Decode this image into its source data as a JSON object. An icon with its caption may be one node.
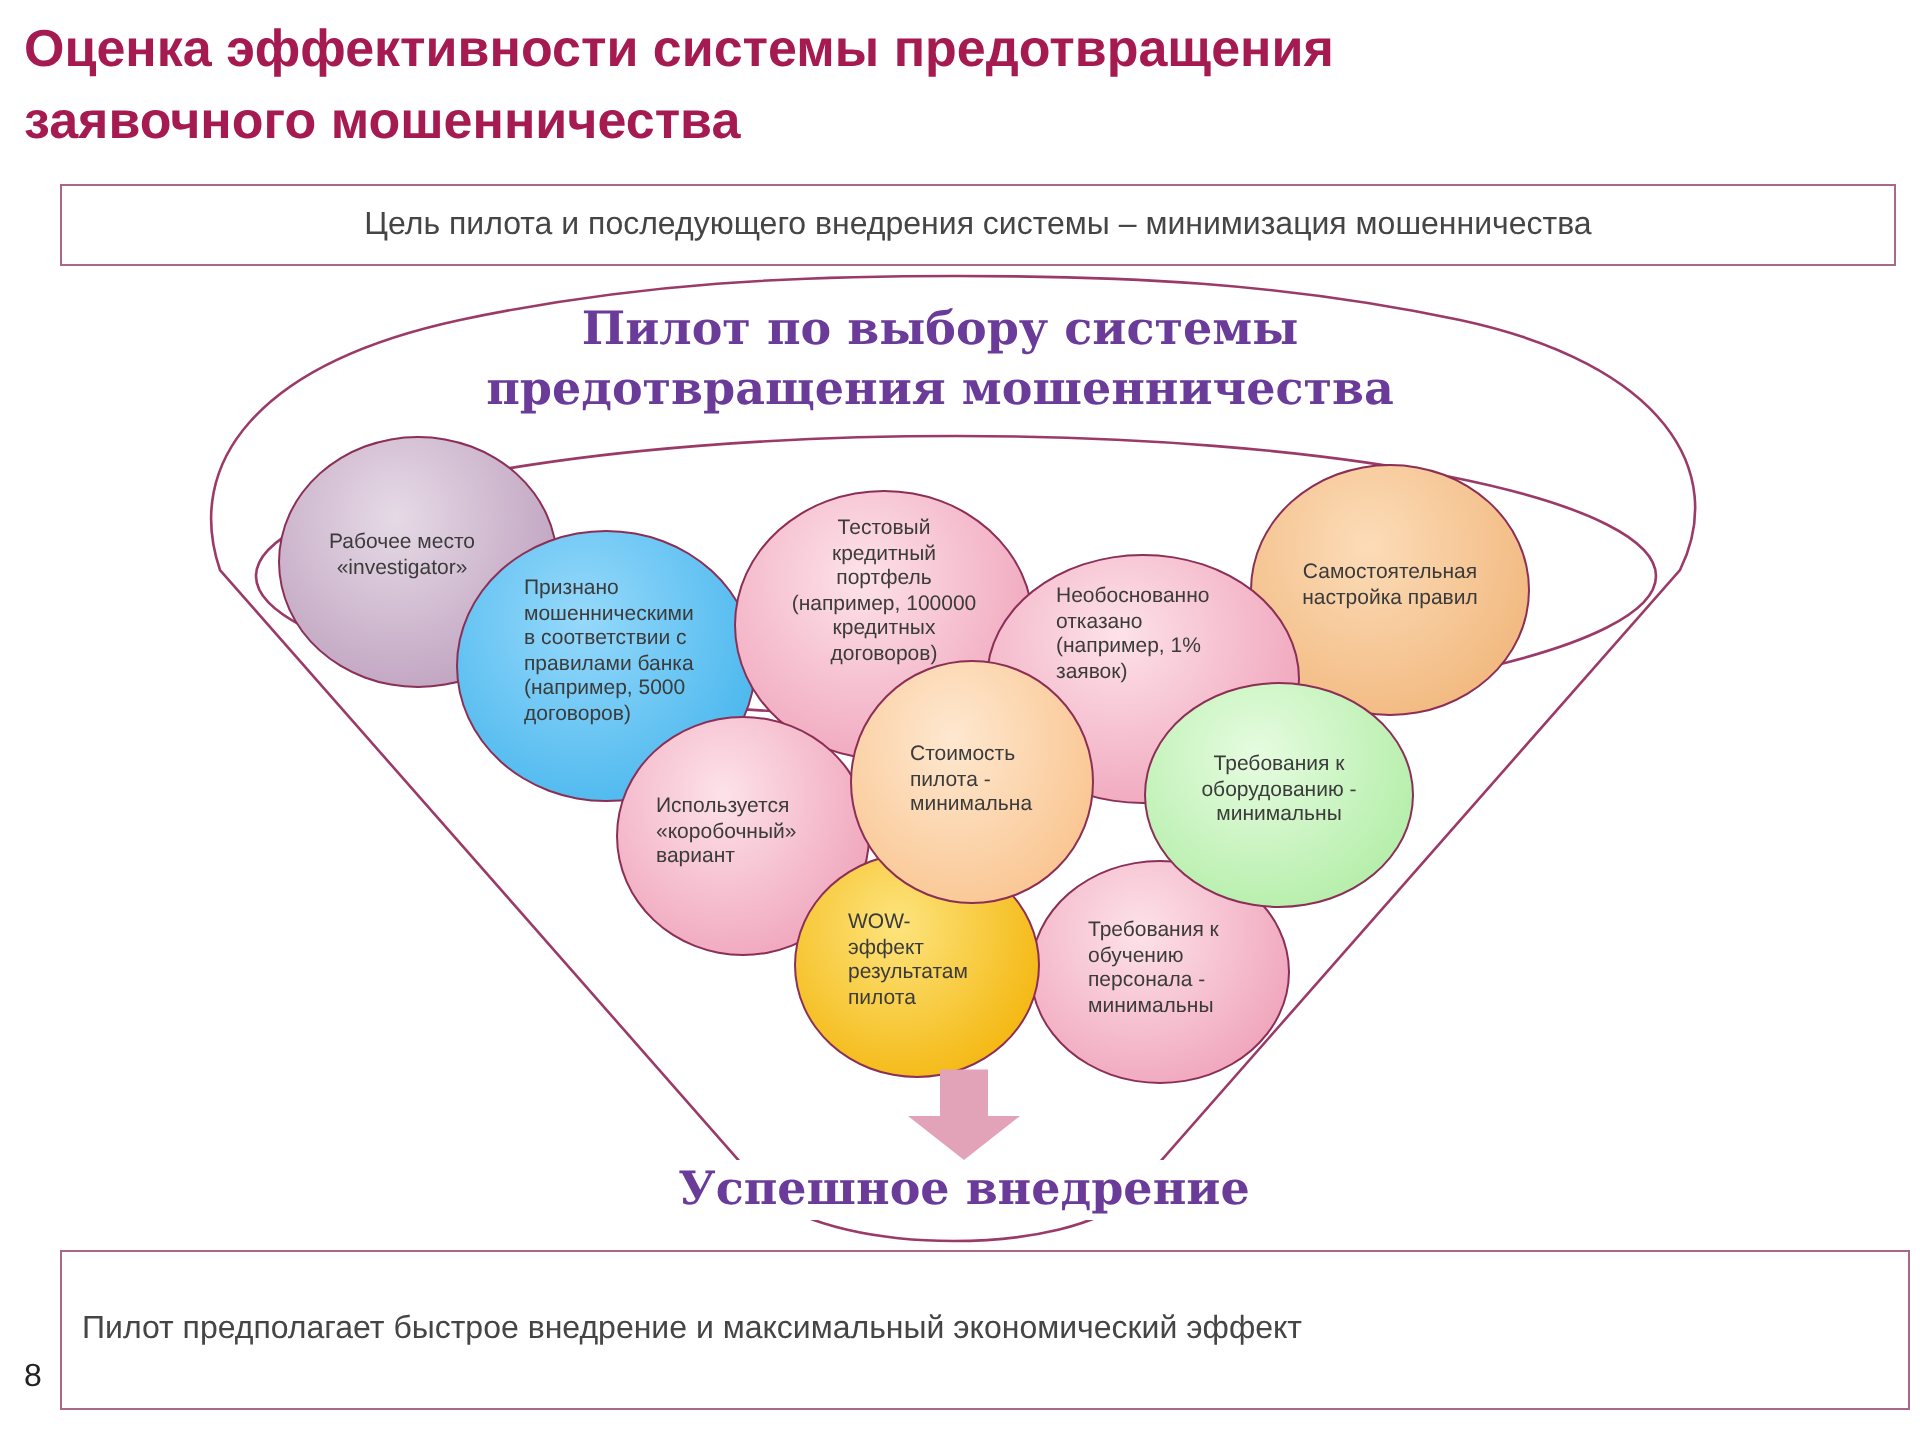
{
  "diagram": {
    "title": "Оценка эффективности системы предотвращения заявочного мошенничества",
    "nodes": [
      {
        "text": [
          "Цель пилота и последующего внедрения системы – минимизация мошенничества"
        ]
      },
      {
        "text": [
          "Пилот по выбору системы предотвращения мошенничества"
        ]
      },
      {
        "text": [
          "Рабочее место «investigator»"
        ],
        "in": 1
      },
      {
        "text": [
          "Тестовый кредитный портфель (например, 100000 кредитных договоров)"
        ],
        "in": 1
      },
      {
        "text": [
          "Самостоятельная настройка правил"
        ],
        "in": 1
      },
      {
        "text": [
          "Признано мошенническими в соответствии с правилами банка (например, 5000 договоров)"
        ],
        "in": 1
      },
      {
        "text": [
          "Необоснованно отказано (например, 1% заявок)"
        ],
        "in": 1
      },
      {
        "text": [
          "Стоимость пилота - минимальна"
        ],
        "in": 1
      },
      {
        "text": [
          "Требования к оборудованию - минимальны"
        ],
        "in": 1
      },
      {
        "text": [
          "Используется «коробочный» вариант"
        ],
        "in": 1
      },
      {
        "text": [
          "WOW-эффект результатам пилота"
        ],
        "in": 1
      },
      {
        "text": [
          "Требования к обучению персонала - минимальны"
        ],
        "in": 1
      },
      {
        "text": [
          "Успешное внедрение"
        ],
        "in": 1
      },
      {
        "text": [
          "Пилот предполагает быстрое внедрение и максимальный экономический эффект"
        ]
      }
    ],
    "edges": [
      {
        "from": 10,
        "to": 12,
        "arrow": "to"
      }
    ],
    "labels": [
      "8"
    ]
  }
}
